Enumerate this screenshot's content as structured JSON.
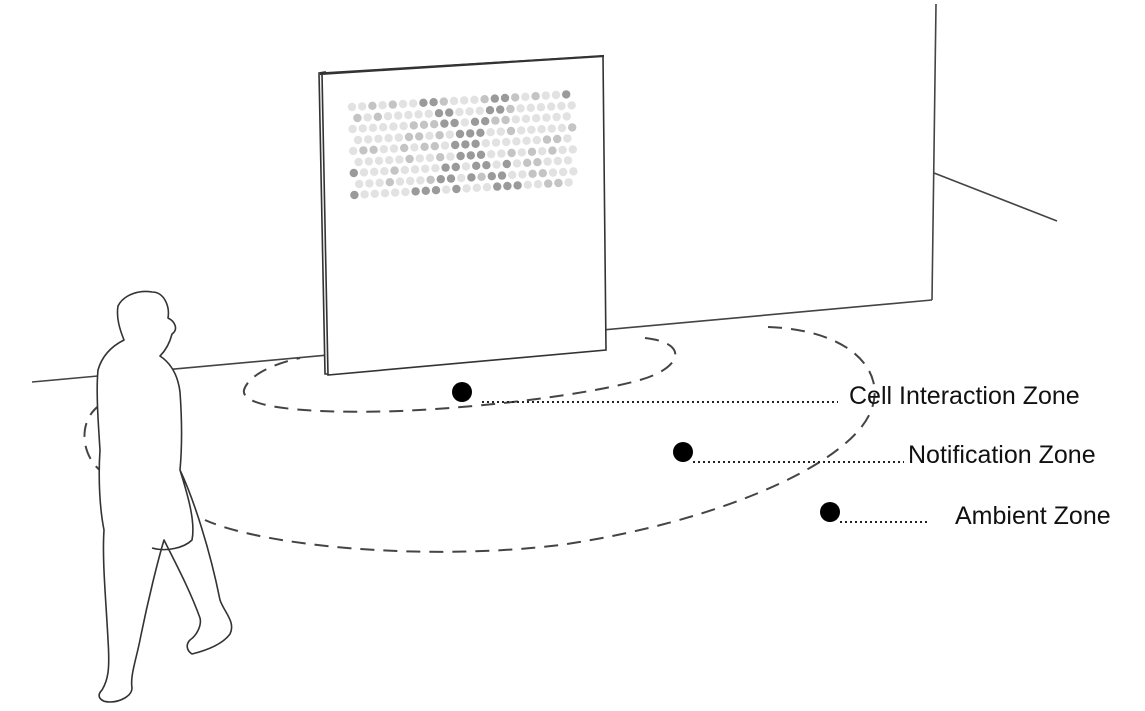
{
  "zones": [
    {
      "id": "cell",
      "label": "Cell Interaction Zone"
    },
    {
      "id": "notification",
      "label": "Notification Zone"
    },
    {
      "id": "ambient",
      "label": "Ambient Zone"
    }
  ],
  "colors": {
    "line": "#444444",
    "marker": "#000000",
    "dot_light": "#e2e2e2",
    "dot_mid": "#c4c4c4",
    "dot_dark": "#9a9a9a"
  },
  "icons": [
    "person-walking-icon",
    "wall-display-icon"
  ]
}
